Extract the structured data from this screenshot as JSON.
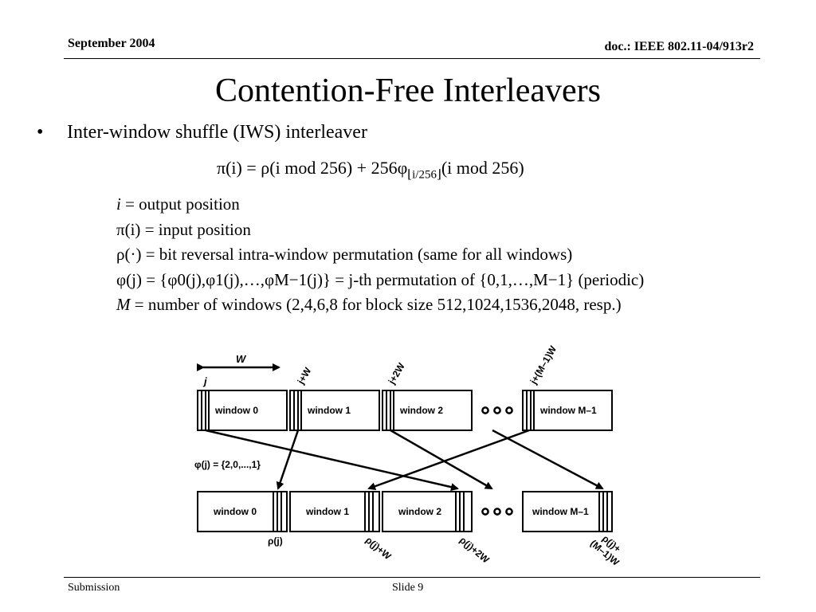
{
  "header": {
    "date": "September 2004",
    "doc_id": "doc.: IEEE 802.11-04/913r2"
  },
  "title": "Contention-Free Interleavers",
  "bullet": {
    "marker": "•",
    "text": "Inter-window shuffle (IWS) interleaver"
  },
  "formula": {
    "pi_i": "π(i)",
    "eq": "=",
    "rho_part": "ρ(i mod 256)",
    "plus": "+",
    "coef": "256",
    "phi": "φ",
    "phi_sub": "⌊i/256⌋",
    "phi_arg": "(i mod 256)"
  },
  "definitions": {
    "d1_var": "i",
    "d1_text": " = output position",
    "d2_var": "π(i)",
    "d2_text": " = input position",
    "d3_var": "ρ(·)",
    "d3_text": " = bit reversal intra-window permutation (same for all windows)",
    "d4_var": "φ(j)",
    "d4_text": " = {φ0(j),φ1(j),…,φM−1(j)} = j-th permutation of {0,1,…,M−1} (periodic)",
    "d5_var": "M",
    "d5_text": " = number of windows (2,4,6,8 for block size 512,1024,1536,2048, resp.)"
  },
  "diagram": {
    "width_label": "W",
    "j_label": "j",
    "top_offsets": [
      "j+W",
      "j+2W",
      "j+(M–1)W"
    ],
    "top_windows": [
      "window 0",
      "window 1",
      "window 2",
      "window M–1"
    ],
    "bottom_windows": [
      "window 0",
      "window 1",
      "window 2",
      "window M–1"
    ],
    "ellipsis": "o o o",
    "phi_label": "φ(j) = {2,0,...,1}",
    "bottom_labels": [
      "ρ(j)",
      "ρ(j)+W",
      "ρ(j)+2W",
      "ρ(j)+",
      "(M–1)W"
    ]
  },
  "footer": {
    "left": "Submission",
    "center": "Slide 9"
  }
}
